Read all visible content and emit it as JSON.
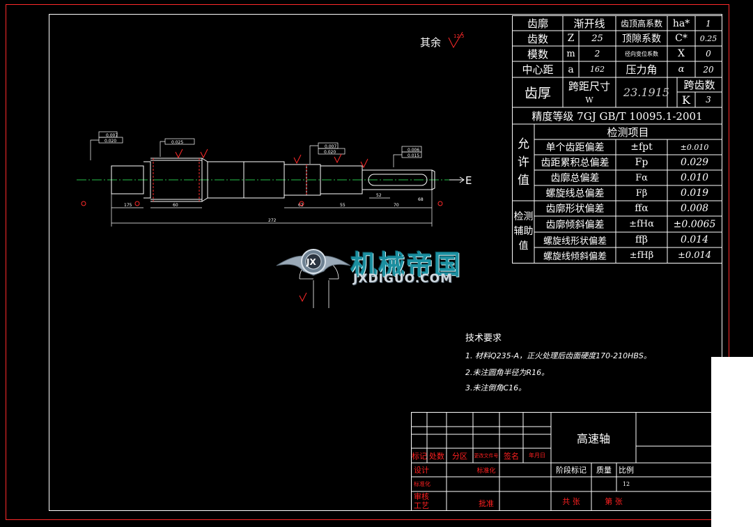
{
  "roughness_note": {
    "label": "其余",
    "value": "12.5"
  },
  "gear_table": {
    "rows": [
      {
        "c1": "齿廓",
        "c2": "渐开线",
        "c3": "齿顶高系数",
        "c4": "ha*",
        "c5": "1"
      },
      {
        "c1": "齿数",
        "c2": "Z",
        "c2b": "25",
        "c3": "顶隙系数",
        "c4": "C*",
        "c5": "0.25"
      },
      {
        "c1": "模数",
        "c2": "m",
        "c2b": "2",
        "c3": "径向变位系数",
        "c4": "X",
        "c5": "0"
      },
      {
        "c1": "中心距",
        "c2": "a",
        "c2b": "162",
        "c3": "压力角",
        "c4": "α",
        "c5": "20"
      }
    ],
    "thickness": {
      "label": "齿厚",
      "span_label": "跨距尺寸",
      "span_sym": "W",
      "span_val": "23.1915",
      "k_label": "跨齿数",
      "k_sym": "K",
      "k_val": "3"
    },
    "precision": "精度等级  7GJ GB/T 10095.1-2001",
    "inspection_title": "检测项目",
    "allow_label": "允许值",
    "aux_label": "检测辅助值",
    "items": [
      {
        "name": "单个齿距偏差",
        "sym": "±fpt",
        "val": "±0.010"
      },
      {
        "name": "齿距累积总偏差",
        "sym": "Fp",
        "val": "0.029"
      },
      {
        "name": "齿廓总偏差",
        "sym": "Fα",
        "val": "0.010"
      },
      {
        "name": "螺旋线总偏差",
        "sym": "Fβ",
        "val": "0.019"
      },
      {
        "name": "齿廓形状偏差",
        "sym": "ffα",
        "val": "0.008"
      },
      {
        "name": "齿廓倾斜偏差",
        "sym": "±fHα",
        "val": "±0.0065"
      },
      {
        "name": "螺旋线形状偏差",
        "sym": "ffβ",
        "val": "0.014"
      },
      {
        "name": "螺旋线倾斜偏差",
        "sym": "±fHβ",
        "val": "±0.014"
      }
    ]
  },
  "drawing": {
    "section_label": "E",
    "dims": {
      "d1": "175",
      "d2": "60",
      "d3": "62",
      "d4": "55",
      "d5": "70",
      "d6": "68",
      "d7": "52",
      "total": "272"
    },
    "tolerances": {
      "t1": "0.007",
      "t2": "0.020",
      "t3": "0.025",
      "t4": "0.007",
      "t5": "0.020",
      "t6": "0.006",
      "t7": "0.015"
    }
  },
  "watermark": {
    "cn": "机械帝国",
    "en": "JXDIGUO.COM",
    "badge": "JX"
  },
  "tech": {
    "title": "技术要求",
    "lines": [
      "1. 材料Q235-A，正火处理后齿面硬度170-210HBS。",
      "2.未注圆角半径为R16。",
      "3.未注倒角C16。"
    ]
  },
  "title_block": {
    "part_name": "高速轴",
    "labels": {
      "mark": "标记",
      "count": "处数",
      "zone": "分区",
      "doc": "更改文件号",
      "sign": "签名",
      "date": "年月日",
      "design": "设计",
      "std": "标准化",
      "draw": "标准化",
      "check": "审核",
      "process": "工艺",
      "approve": "批准",
      "stage": "阶段标记",
      "mass": "质量",
      "scale": "比例",
      "total": "共  张",
      "sheet": "第  张"
    },
    "scale_value": "12"
  },
  "colors": {
    "frame": "#ff2a2a",
    "line": "#ffffff",
    "accent": "#19c8d8",
    "centerline": "#26c04a",
    "dim": "#ffffff"
  }
}
